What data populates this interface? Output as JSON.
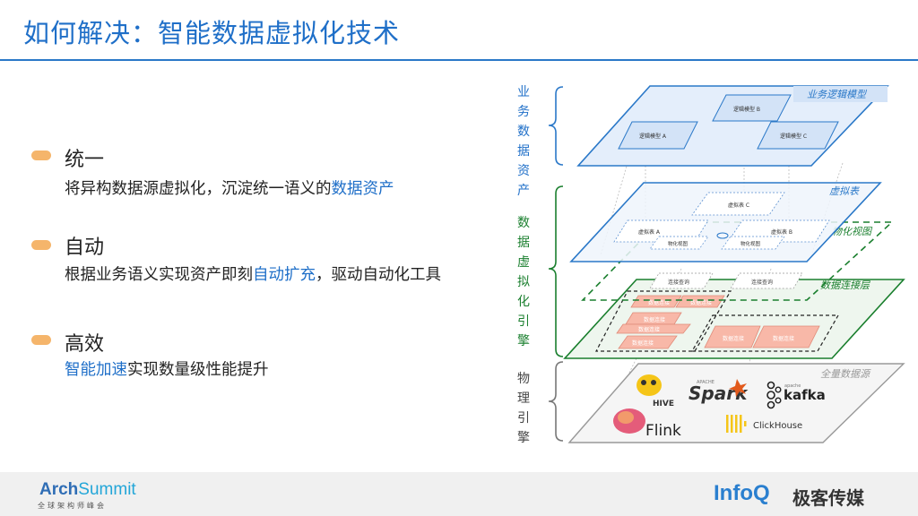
{
  "title": "如何解决：智能数据虚拟化技术",
  "points": [
    {
      "heading": "统一",
      "body_pre": "将异构数据源虚拟化，沉淀统一语义的",
      "body_hl": "数据资产",
      "body_post": ""
    },
    {
      "heading": "自动",
      "body_pre": "根据业务语义实现资产即刻",
      "body_hl": "自动扩充",
      "body_post": "，驱动自动化工具"
    },
    {
      "heading": "高效",
      "body_pre": "",
      "body_hl": "智能加速",
      "body_post": "实现数量级性能提升"
    }
  ],
  "diagram": {
    "side_labels": {
      "business": "业务数据资产",
      "engine": "数据虚拟化引擎",
      "physical": "物理引擎"
    },
    "layers": {
      "business_model": "业务逻辑模型",
      "virtual_table": "虚拟表",
      "materialized_view": "物化视图",
      "data_connection": "数据连接层",
      "all_sources": "全量数据源"
    },
    "logic_models": [
      "逻辑模型 A",
      "逻辑模型 B",
      "逻辑模型 C"
    ],
    "virtual_table_items": [
      "虚拟表 C",
      "虚拟表 A",
      "虚拟表 B"
    ],
    "view_items": [
      "物化视图",
      "物化视图"
    ],
    "connection_items": [
      "连接查询",
      "连接查询"
    ],
    "connector_items": [
      "数据连接",
      "数据连接",
      "数据连接",
      "数据连接",
      "数据连接",
      "数据连接",
      "数据连接"
    ],
    "engines": [
      "HIVE",
      "Spark",
      "kafka",
      "Flink",
      "ClickHouse"
    ],
    "engine_tags": [
      "APACHE",
      "apache"
    ]
  },
  "footer": {
    "left_logo_a": "Arch",
    "left_logo_b": "Summit",
    "left_sub": "全球架构师峰会",
    "right_logo": "InfoQ",
    "right_name": "极客传媒"
  },
  "colors": {
    "accent": "#1f6fc8",
    "bullet": "#f5b56b",
    "engine_green": "#1a7f2e",
    "salmon": "#f4b8a8"
  }
}
